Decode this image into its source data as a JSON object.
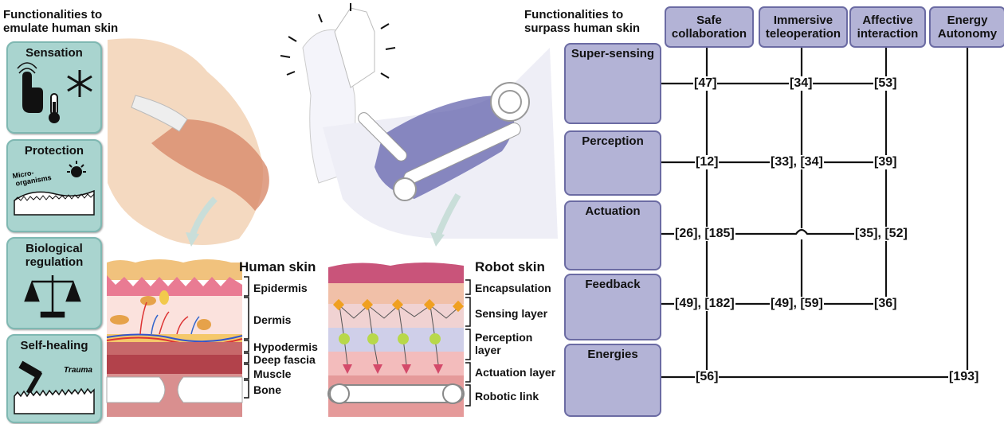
{
  "left_title": "Functionalities to\nemulate human skin",
  "right_title": "Functionalities to\nsurpass human skin",
  "human_functions": [
    {
      "label": "Sensation",
      "icons": [
        "fingerprint-touch-icon",
        "snowflake-icon",
        "thermometer-icon"
      ]
    },
    {
      "label": "Protection",
      "annotation": "Micro-\norganisms",
      "icons": [
        "sun-icon",
        "skin-surface-icon"
      ]
    },
    {
      "label": "Biological\nregulation",
      "icons": [
        "balance-scale-icon"
      ]
    },
    {
      "label": "Self-healing",
      "annotation": "Trauma",
      "icons": [
        "hammer-icon",
        "skin-surface-icon"
      ]
    }
  ],
  "human_skin": {
    "title": "Human skin",
    "layers": [
      "Epidermis",
      "Dermis",
      "Hypodermis",
      "Deep fascia",
      "Muscle",
      "Bone"
    ]
  },
  "robot_skin": {
    "title": "Robot skin",
    "layers": [
      "Encapsulation",
      "Sensing layer",
      "Perception\nlayer",
      "Actuation layer",
      "Robotic link"
    ]
  },
  "columns": [
    "Safe\ncollaboration",
    "Immersive\nteleoperation",
    "Affective\ninteraction",
    "Energy\nAutonomy"
  ],
  "rows": [
    {
      "label": "Super-sensing",
      "icons": [
        "snowflake-icon",
        "hand-hover-icon",
        "thermometer-icon",
        "touch-icon",
        "surface-icon"
      ],
      "refs": [
        "[47]",
        "[34]",
        "[53]"
      ]
    },
    {
      "label": "Perception",
      "icons": [
        "chip-icon",
        "neural-network-icon"
      ],
      "refs": [
        "[12]",
        "[33], [34]",
        "[39]"
      ]
    },
    {
      "label": "Actuation",
      "icons": [
        "vibration-hand-icon",
        "coil-arrow-icon"
      ],
      "refs": [
        "[26], [185]",
        "[35], [52]"
      ]
    },
    {
      "label": "Feedback",
      "icons": [
        "alarm-light-icon",
        "cycle-arrows-icon"
      ],
      "refs": [
        "[49], [182]",
        "[49], [59]",
        "[36]"
      ]
    },
    {
      "label": "Energies",
      "icons": [
        "battery-icon",
        "lightbulb-icon",
        "charging-battery-icon"
      ],
      "refs": [
        "[56]",
        "[193]"
      ]
    }
  ],
  "colors": {
    "teal": "#a9d4cf",
    "purple": "#b3b3d6",
    "purple_border": "#6b6ba3",
    "skin": "#f4d9c0",
    "robot_purple": "#5a5aa8"
  }
}
